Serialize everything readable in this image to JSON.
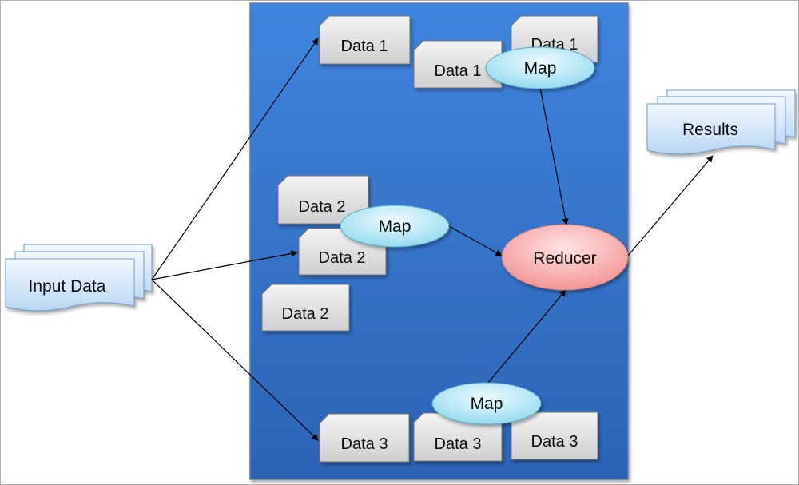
{
  "diagram": {
    "input": {
      "label": "Input Data"
    },
    "output": {
      "label": "Results"
    },
    "chunks": {
      "d1a": "Data 1",
      "d1b": "Data 1",
      "d1c": "Data 1",
      "d2a": "Data 2",
      "d2b": "Data 2",
      "d2c": "Data 2",
      "d3a": "Data 3",
      "d3b": "Data 3",
      "d3c": "Data 3"
    },
    "maps": {
      "m1": "Map",
      "m2": "Map",
      "m3": "Map"
    },
    "reducer": {
      "label": "Reducer"
    },
    "colors": {
      "cluster_bg": "#3a7bd5",
      "chunk_fill": "#e0e0e0",
      "map_fill": "#bfeef8",
      "reducer_fill": "#f7b2b2",
      "doc_fill": "#cfe3f7"
    }
  }
}
